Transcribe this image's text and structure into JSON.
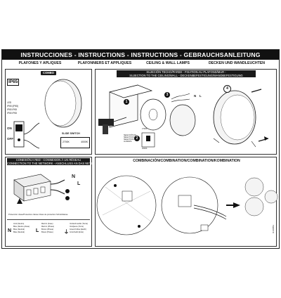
{
  "header": {
    "title": "INSTRUCCIONES - INSTRUCTIONS - INSTRUCTIONS - GEBRAUCHSANLEITUNG",
    "subtitles": [
      "PLAFONES Y APLIQUES",
      "PLAFONNIERS ET APPLIQUES",
      "CEILING & WALL LAMPS",
      "DECKEN UND WANDLEUCHTEN"
    ]
  },
  "combo": {
    "label": "COMBO",
    "ip_rating": "IP65",
    "specs": [
      "LED",
      "IP65 (IP65)",
      "IP65 IP65",
      "IP65 IP65"
    ],
    "switch_label": "SLIDE SWITCH",
    "temps": [
      "2700K",
      "4000K"
    ],
    "on_label": "ON",
    "off_label": "OFF"
  },
  "mounting": {
    "header_lines": [
      "SUJECIÓN TECHO/PARED - FIXATION AU PLAFOND/MUR -",
      "SUJECTION TO THE CEILING/WALL - DECKENBEFESTIGUNG/WANDBEFESTIGUNG"
    ],
    "steps": [
      "1",
      "2",
      "3",
      "4"
    ],
    "neutral_label": "N",
    "live_label": "L",
    "switch_small_label": "2700K",
    "switch_small_label_2": "3000K",
    "note_lines": [
      "SELECCIÓN DE",
      "SÉLECTION DE",
      "SELECTION OF",
      "AUSWAHL"
    ]
  },
  "connection": {
    "header_lines": [
      "CONEXIÓN A RED - CONNEXION À UN RÉSEAU",
      "CONNECTION TO THE NETWORK - ANSCHLUSS AN DAS NETZ"
    ],
    "n_label": "N",
    "l_label": "L",
    "protection_note": "Protección clase/Protection classe Class de protection Schutzklasse",
    "legend": [
      {
        "symbol": "N",
        "lines": [
          "Azul (Neutro)",
          "Bleu (Neutre phase)",
          "Blue (Neutral)",
          "Blau (Neutral)"
        ]
      },
      {
        "symbol": "L",
        "lines": [
          "Marrón (Fase)",
          "Marron (Phase)",
          "Brown (Phase)",
          "Braun (Phase)"
        ]
      },
      {
        "symbol": "⏚",
        "lines": [
          "Verde/Amarillo (Tierra)",
          "Vert/jaune (Terre)",
          "Green/Yellow (Earth)",
          "Grün/Gelb (Erde)"
        ]
      }
    ]
  },
  "combination": {
    "header": "COMBINACIÓN/COMBINATION/COMBINATION/KOMBINATION",
    "doc_code": "IF-00853"
  }
}
